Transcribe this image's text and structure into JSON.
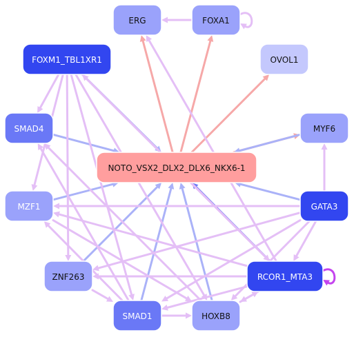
{
  "colors": {
    "target": "#ff9e9e",
    "blue_dark": "#3246f0",
    "blue_mid": "#6a78f6",
    "blue_light": "#9aa2fb",
    "blue_pale": "#c4c8fd",
    "edge_pink": "#f6a8a8",
    "edge_blue": "#aab2f8",
    "edge_lilac": "#e4bff6",
    "edge_magenta": "#c444ee",
    "text_dark": "#111111",
    "text_light": "#ffffff"
  },
  "nodes": [
    {
      "id": "n_erg",
      "label": "ERG",
      "fill": "blue_light",
      "text": "dark"
    },
    {
      "id": "n_foxa1",
      "label": "FOXA1",
      "fill": "blue_light",
      "text": "dark"
    },
    {
      "id": "n_foxm1",
      "label": "FOXM1_TBL1XR1",
      "fill": "blue_dark",
      "text": "light"
    },
    {
      "id": "n_ovol1",
      "label": "OVOL1",
      "fill": "blue_pale",
      "text": "dark"
    },
    {
      "id": "n_smad4",
      "label": "SMAD4",
      "fill": "blue_mid",
      "text": "light"
    },
    {
      "id": "n_myf6",
      "label": "MYF6",
      "fill": "blue_light",
      "text": "dark"
    },
    {
      "id": "n_noto",
      "label": "NOTO_VSX2_DLX2_DLX6_NKX6-1",
      "fill": "target",
      "text": "dark"
    },
    {
      "id": "n_mzf1",
      "label": "MZF1",
      "fill": "blue_light",
      "text": "light"
    },
    {
      "id": "n_gata3",
      "label": "GATA3",
      "fill": "blue_dark",
      "text": "light"
    },
    {
      "id": "n_znf263",
      "label": "ZNF263",
      "fill": "blue_light",
      "text": "dark"
    },
    {
      "id": "n_rcor1",
      "label": "RCOR1_MTA3",
      "fill": "blue_dark",
      "text": "light"
    },
    {
      "id": "n_smad1",
      "label": "SMAD1",
      "fill": "blue_mid",
      "text": "light"
    },
    {
      "id": "n_hoxb8",
      "label": "HOXB8",
      "fill": "blue_light",
      "text": "dark"
    }
  ],
  "edges": [
    {
      "from": "n_noto",
      "to": "n_erg",
      "color": "edge_pink"
    },
    {
      "from": "n_noto",
      "to": "n_foxa1",
      "color": "edge_pink"
    },
    {
      "from": "n_noto",
      "to": "n_ovol1",
      "color": "edge_pink"
    },
    {
      "from": "n_noto",
      "to": "n_myf6",
      "color": "edge_pink"
    },
    {
      "from": "n_myf6",
      "to": "n_noto",
      "color": "edge_blue"
    },
    {
      "from": "n_foxm1",
      "to": "n_noto",
      "color": "edge_blue"
    },
    {
      "from": "n_smad4",
      "to": "n_noto",
      "color": "edge_blue"
    },
    {
      "from": "n_mzf1",
      "to": "n_noto",
      "color": "edge_blue"
    },
    {
      "from": "n_gata3",
      "to": "n_noto",
      "color": "edge_blue"
    },
    {
      "from": "n_znf263",
      "to": "n_noto",
      "color": "edge_blue"
    },
    {
      "from": "n_smad1",
      "to": "n_noto",
      "color": "edge_blue"
    },
    {
      "from": "n_hoxb8",
      "to": "n_noto",
      "color": "edge_blue"
    },
    {
      "from": "n_rcor1",
      "to": "n_noto",
      "color": "blue_mid"
    },
    {
      "from": "n_foxa1",
      "to": "n_erg",
      "color": "edge_lilac"
    },
    {
      "from": "n_foxm1",
      "to": "n_smad4",
      "color": "edge_lilac"
    },
    {
      "from": "n_foxm1",
      "to": "n_mzf1",
      "color": "edge_lilac"
    },
    {
      "from": "n_foxm1",
      "to": "n_znf263",
      "color": "edge_lilac"
    },
    {
      "from": "n_foxm1",
      "to": "n_smad1",
      "color": "edge_lilac"
    },
    {
      "from": "n_foxm1",
      "to": "n_hoxb8",
      "color": "edge_lilac"
    },
    {
      "from": "n_foxm1",
      "to": "n_rcor1",
      "color": "edge_lilac"
    },
    {
      "from": "n_rcor1",
      "to": "n_foxm1",
      "color": "edge_lilac"
    },
    {
      "from": "n_rcor1",
      "to": "n_erg",
      "color": "edge_lilac"
    },
    {
      "from": "n_gata3",
      "to": "n_myf6",
      "color": "edge_lilac"
    },
    {
      "from": "n_gata3",
      "to": "n_mzf1",
      "color": "edge_lilac"
    },
    {
      "from": "n_gata3",
      "to": "n_rcor1",
      "color": "edge_lilac"
    },
    {
      "from": "n_gata3",
      "to": "n_znf263",
      "color": "edge_lilac"
    },
    {
      "from": "n_gata3",
      "to": "n_smad1",
      "color": "edge_lilac"
    },
    {
      "from": "n_gata3",
      "to": "n_hoxb8",
      "color": "edge_lilac"
    },
    {
      "from": "n_rcor1",
      "to": "n_znf263",
      "color": "edge_lilac"
    },
    {
      "from": "n_rcor1",
      "to": "n_smad1",
      "color": "edge_lilac"
    },
    {
      "from": "n_rcor1",
      "to": "n_hoxb8",
      "color": "edge_lilac"
    },
    {
      "from": "n_rcor1",
      "to": "n_mzf1",
      "color": "edge_lilac"
    },
    {
      "from": "n_smad1",
      "to": "n_hoxb8",
      "color": "edge_lilac"
    },
    {
      "from": "n_smad1",
      "to": "n_mzf1",
      "color": "edge_lilac"
    },
    {
      "from": "n_smad1",
      "to": "n_smad4",
      "color": "edge_lilac"
    },
    {
      "from": "n_hoxb8",
      "to": "n_smad4",
      "color": "edge_lilac"
    },
    {
      "from": "n_hoxb8",
      "to": "n_rcor1",
      "color": "edge_lilac"
    },
    {
      "from": "n_mzf1",
      "to": "n_hoxb8",
      "color": "edge_lilac"
    },
    {
      "from": "n_znf263",
      "to": "n_smad1",
      "color": "edge_lilac"
    }
  ],
  "self_loops": [
    {
      "node": "n_foxa1",
      "color": "edge_lilac"
    },
    {
      "node": "n_rcor1",
      "color": "edge_magenta"
    }
  ]
}
